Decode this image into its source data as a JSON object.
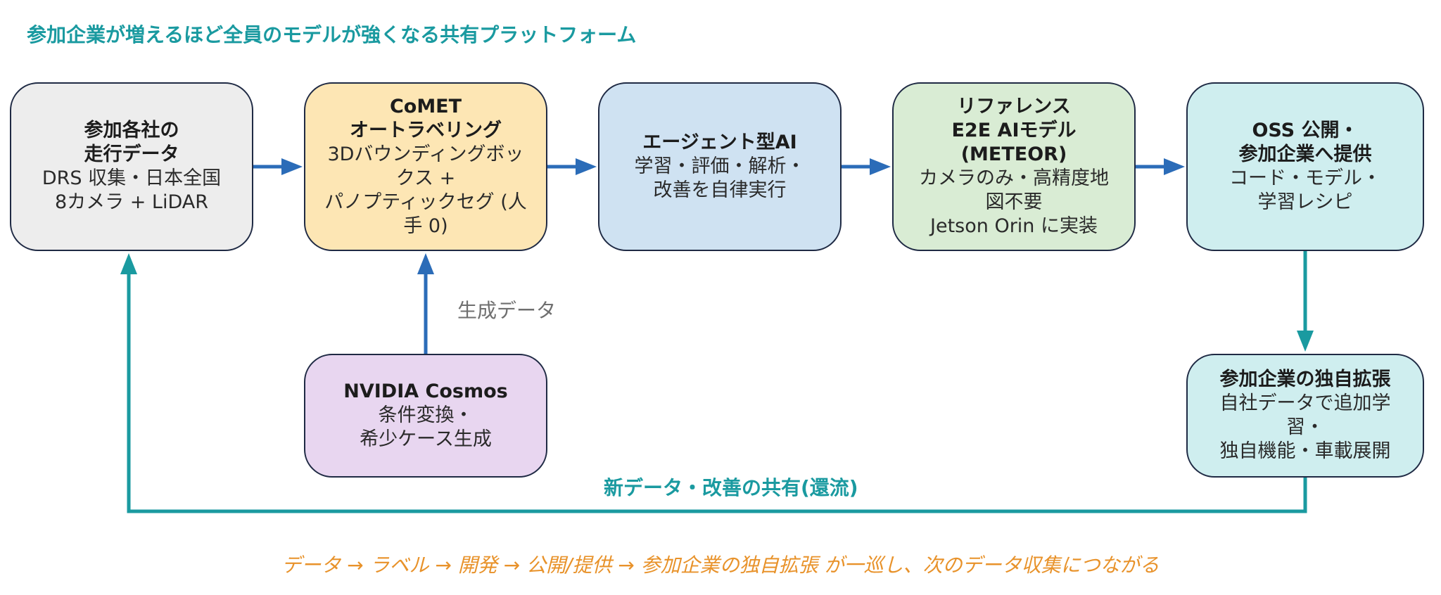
{
  "title": "参加企業が増えるほど全員のモデルが強くなる共有プラットフォーム",
  "colors": {
    "accent_teal": "#1a9aa0",
    "accent_blue": "#2b6cb8",
    "footer_orange": "#e8922a",
    "box_border": "#1f2a44"
  },
  "boxes": {
    "participant_data": {
      "title": "参加各社の\n走行データ",
      "body": "DRS 収集・日本全国\n8カメラ + LiDAR",
      "color": "#ededed"
    },
    "comet": {
      "title": "CoMET\nオートラベリング",
      "body": "3Dバウンディングボッ\nクス +\nパノプティックセグ (人\n手 0)",
      "color": "#fde6b4"
    },
    "agent_ai": {
      "title": "エージェント型AI",
      "body": "学習・評価・解析・\n改善を自律実行",
      "color": "#cfe2f2"
    },
    "reference_model": {
      "title": "リファレンス\nE2E AIモデル\n(METEOR)",
      "body": "カメラのみ・高精度地\n図不要\nJetson Orin に実装",
      "color": "#d9ecd4"
    },
    "oss": {
      "title": "OSS 公開・\n参加企業へ提供",
      "body": "コード・モデル・\n学習レシピ",
      "color": "#cfeeef"
    },
    "cosmos": {
      "title": "NVIDIA Cosmos",
      "body": "条件変換・\n希少ケース生成",
      "color": "#e8d6f0"
    },
    "extension": {
      "title": "参加企業の独自拡張",
      "body": "自社データで追加学\n習・\n独自機能・車載展開",
      "color": "#cfeeef"
    }
  },
  "labels": {
    "generated_data": "生成データ",
    "feedback_loop": "新データ・改善の共有(還流)"
  },
  "footer": "データ → ラベル → 開発 → 公開/提供 → 参加企業の独自拡張 が一巡し、次のデータ収集につながる"
}
